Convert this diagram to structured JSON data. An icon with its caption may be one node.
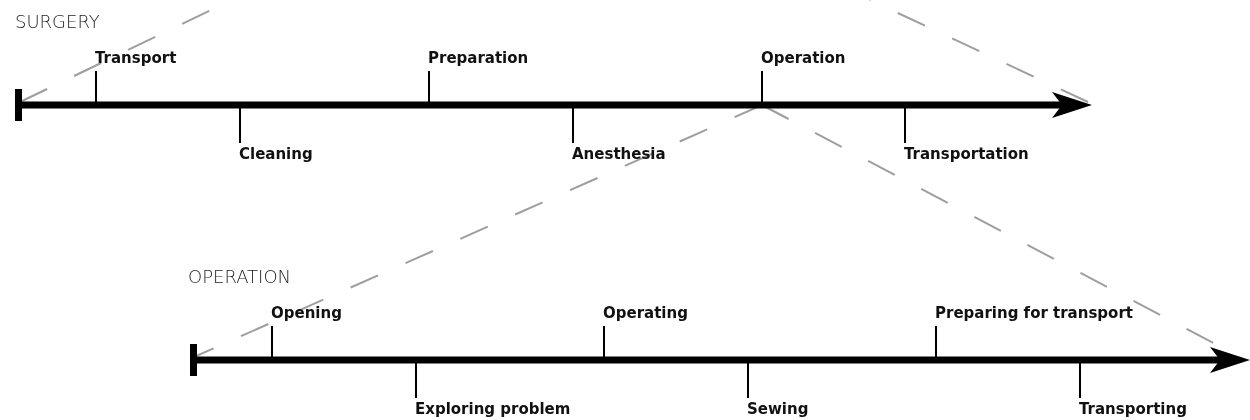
{
  "diagram": {
    "labels": [
      "SURGERY",
      "Transport",
      "Preparation",
      "Operation",
      "Cleaning",
      "Anesthesia",
      "Transportation",
      "OPERATION",
      "Opening",
      "Operating",
      "Preparing for transport",
      "Exploring problem",
      "Sewing",
      "Transporting"
    ]
  }
}
